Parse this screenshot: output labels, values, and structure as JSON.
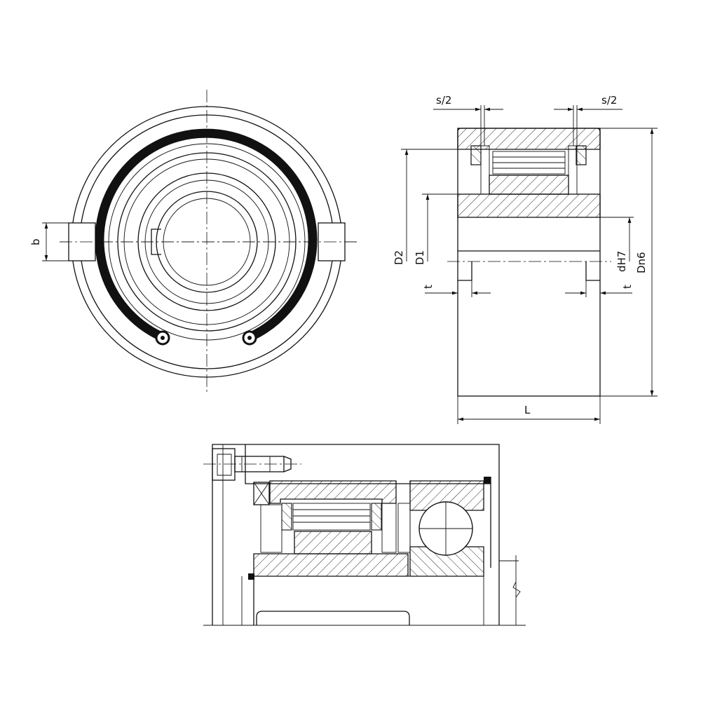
{
  "drawing": {
    "front_view": {
      "dimension_b": "b"
    },
    "side_view": {
      "dimension_s_half_left": "s/2",
      "dimension_s_half_right": "s/2",
      "dimension_D2": "D2",
      "dimension_D1": "D1",
      "dimension_t_left": "t",
      "dimension_t_right": "t",
      "dimension_dH7": "dH7",
      "dimension_Dn6": "Dn6",
      "dimension_L": "L"
    },
    "colors": {
      "line": "#111111",
      "background": "#ffffff",
      "circlip": "#111111"
    }
  }
}
